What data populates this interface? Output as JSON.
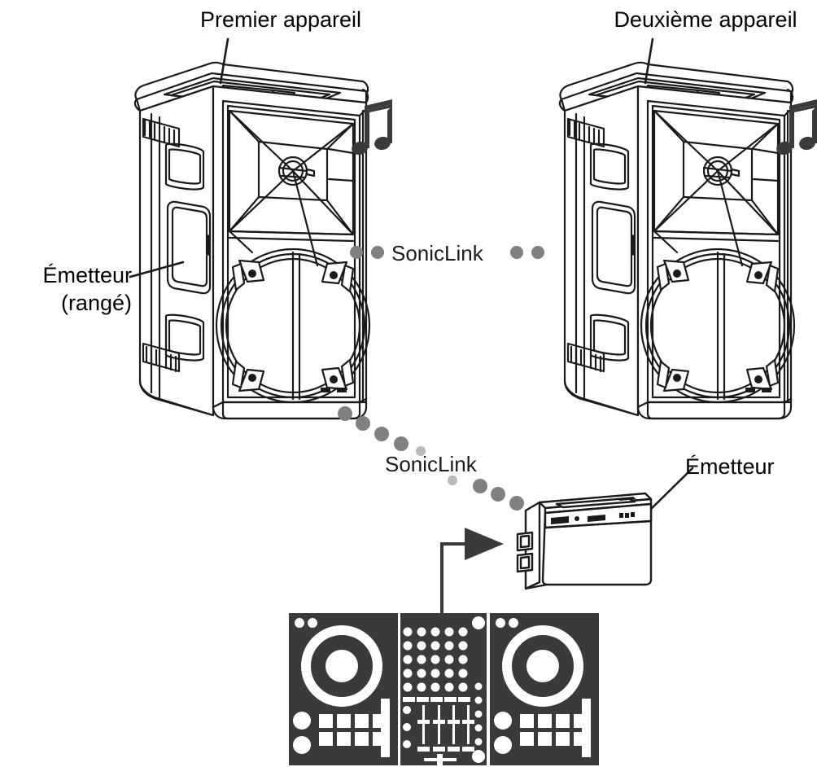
{
  "diagram": {
    "title": "SonicLink wireless speaker and transmitter connection diagram",
    "background_color": "#ffffff",
    "line_color": "#1a1a1a",
    "dot_color": "#808080",
    "device_fill": "#3a3a3a",
    "device_detail": "#ffffff"
  },
  "labels": {
    "first_device": "Premier appareil",
    "second_device": "Deuxième appareil",
    "transmitter_stowed_line1": "Émetteur",
    "transmitter_stowed_line2": "(rangé)",
    "transmitter": "Émetteur",
    "link_top": "SonicLink",
    "link_bottom": "SonicLink"
  },
  "icons": {
    "music_note_left": "music-note-icon",
    "music_note_right": "music-note-icon",
    "arrow": "arrow-right-icon"
  },
  "elements": {
    "speaker_left": "powered-speaker-first",
    "speaker_right": "powered-speaker-second",
    "transmitter_box": "wireless-transmitter",
    "dj_controller": "dj-controller"
  }
}
